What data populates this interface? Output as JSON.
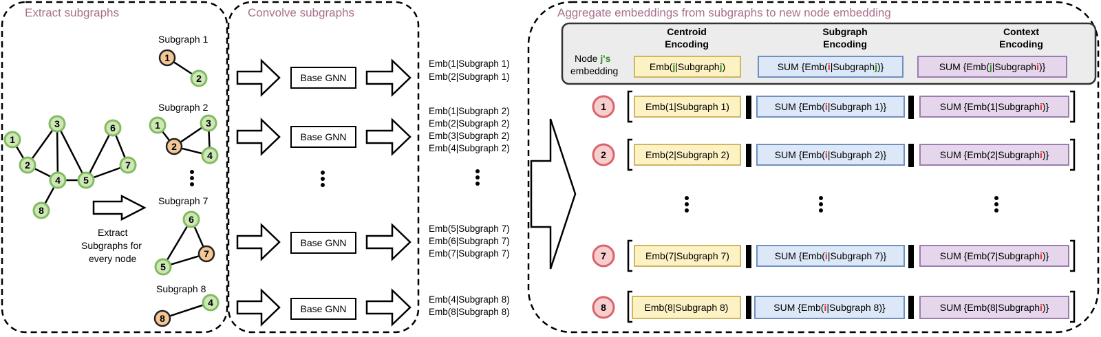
{
  "sections": {
    "extract": "Extract subgraphs",
    "convolve": "Convolve subgraphs",
    "aggregate": "Aggregate embeddings from subgraphs to new node embedding"
  },
  "graph": {
    "nodes": [
      "1",
      "2",
      "3",
      "4",
      "5",
      "6",
      "7",
      "8"
    ],
    "extract_label_lines": [
      "Extract",
      "Subgraphs for",
      "every node"
    ]
  },
  "subgraphs": [
    {
      "title": "Subgraph 1",
      "nodes": [
        "1",
        "2"
      ],
      "center": "1"
    },
    {
      "title": "Subgraph 2",
      "nodes": [
        "1",
        "2",
        "3",
        "4"
      ],
      "center": "2"
    },
    {
      "title": "Subgraph 7",
      "nodes": [
        "5",
        "6",
        "7"
      ],
      "center": "7"
    },
    {
      "title": "Subgraph 8",
      "nodes": [
        "4",
        "8"
      ],
      "center": "8"
    }
  ],
  "gnn_label": "Base GNN",
  "embedding_lists": [
    [
      "Emb(1|Subgraph 1)",
      "Emb(2|Subgraph 1)"
    ],
    [
      "Emb(1|Subgraph 2)",
      "Emb(2|Subgraph 2)",
      "Emb(3|Subgraph 2)",
      "Emb(4|Subgraph 2)"
    ],
    [
      "Emb(5|Subgraph 7)",
      "Emb(6|Subgraph 7)",
      "Emb(7|Subgraph 7)"
    ],
    [
      "Emb(4|Subgraph 8)",
      "Emb(8|Subgraph 8)"
    ]
  ],
  "aggregate": {
    "headers": {
      "centroid": "Centroid\nEncoding",
      "subgraph": "Subgraph\nEncoding",
      "context": "Context\nEncoding"
    },
    "node_label": {
      "pre": "Node ",
      "j": "j's",
      "post": "embedding"
    },
    "header_row": {
      "centroid": {
        "a": "Emb(",
        "j1": "j",
        "b": "|Subgraph ",
        "j2": "j",
        "c": ")"
      },
      "subgraph": {
        "a": "SUM {Emb(",
        "i": "i",
        "b": "|Subgraph ",
        "j": "j",
        "c": ")}"
      },
      "context": {
        "a": "SUM {Emb(",
        "j": "j",
        "b": "|Subgraph ",
        "i": "i",
        "c": ")}"
      }
    },
    "rows": [
      {
        "node": "1",
        "centroid": "Emb(1|Subgraph 1)",
        "subgraph": {
          "a": "SUM {Emb(",
          "i": "i",
          "b": "|Subgraph 1)}"
        },
        "context": {
          "a": "SUM {Emb(1|Subgraph ",
          "i": "i",
          "b": ")}"
        }
      },
      {
        "node": "2",
        "centroid": "Emb(2|Subgraph 2)",
        "subgraph": {
          "a": "SUM {Emb(",
          "i": "i",
          "b": "|Subgraph 2)}"
        },
        "context": {
          "a": "SUM {Emb(2|Subgraph ",
          "i": "i",
          "b": ")}"
        }
      },
      {
        "node": "7",
        "centroid": "Emb(7|Subgraph 7)",
        "subgraph": {
          "a": "SUM {Emb(",
          "i": "i",
          "b": "|Subgraph 7)}"
        },
        "context": {
          "a": "SUM {Emb(7|Subgraph ",
          "i": "i",
          "b": ")}"
        }
      },
      {
        "node": "8",
        "centroid": "Emb(8|Subgraph 8)",
        "subgraph": {
          "a": "SUM {Emb(",
          "i": "i",
          "b": "|Subgraph 8)}"
        },
        "context": {
          "a": "SUM {Emb(8|Subgraph ",
          "i": "i",
          "b": ")}"
        }
      }
    ]
  },
  "colors": {
    "section_title": "#a9708a",
    "node_green_fill": "#cde8b6",
    "node_green_stroke": "#82bb60",
    "node_orange_fill": "#f6c796",
    "node_red_fill": "#f8cdcd",
    "node_red_stroke": "#d9646a",
    "highlight_red": "#e0312b",
    "highlight_green": "#2e8f22"
  }
}
